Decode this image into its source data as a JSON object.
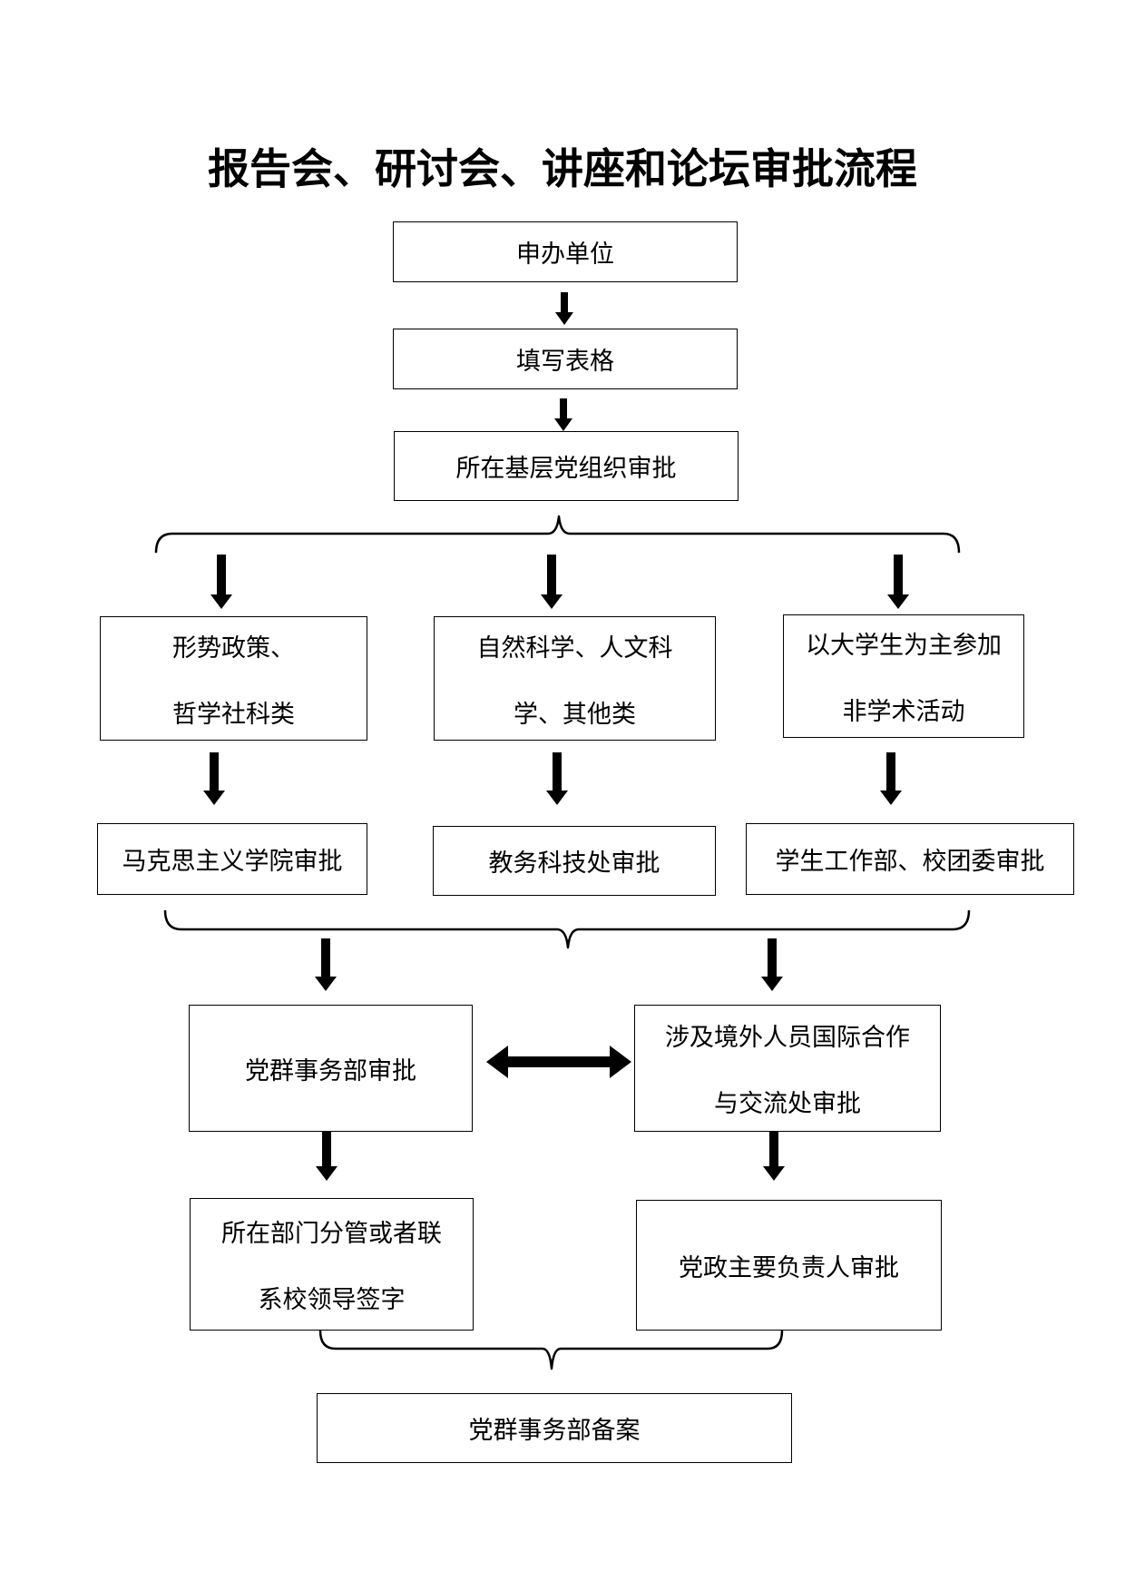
{
  "title": "报告会、研讨会、讲座和论坛审批流程",
  "steps": {
    "applicant": "申办单位",
    "fill_form": "填写表格",
    "party_org": "所在基层党组织审批",
    "cat1": [
      "形势政策、",
      "哲学社科类"
    ],
    "cat2": [
      "自然科学、人文科",
      "学、其他类"
    ],
    "cat3": [
      "以大学生为主参加",
      "非学术活动"
    ],
    "approve1": "马克思主义学院审批",
    "approve2": "教务科技处审批",
    "approve3": "学生工作部、校团委审批",
    "party_affairs": "党群事务部审批",
    "foreign": [
      "涉及境外人员国际合作",
      "与交流处审批"
    ],
    "dept_leader": [
      "所在部门分管或者联",
      "系校领导签字"
    ],
    "party_gov_leader": "党政主要负责人审批",
    "record": "党群事务部备案"
  }
}
